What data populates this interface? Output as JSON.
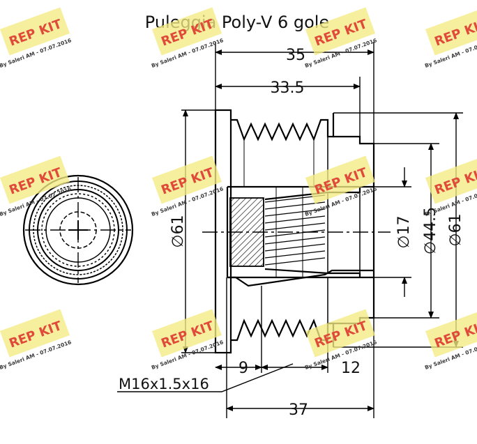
{
  "title": "Puleggia Poly-V 6 gole",
  "dimensions": {
    "overall_length": "35",
    "pulley_length": "33.5",
    "diameter_left": "∅61",
    "diameter_right": "∅61",
    "bore": "∅17",
    "hub_diameter": "∅44.5",
    "offset_left": "9",
    "offset_right": "12",
    "total_length": "37",
    "thread": "M16x1.5x16"
  },
  "watermark": {
    "logo_text": "REP KIT",
    "caption": "By Saleri AM - 07.07.2016"
  },
  "colors": {
    "line": "#000000",
    "watermark_box": "#f3ec83",
    "watermark_logo": "#e04a3a"
  }
}
